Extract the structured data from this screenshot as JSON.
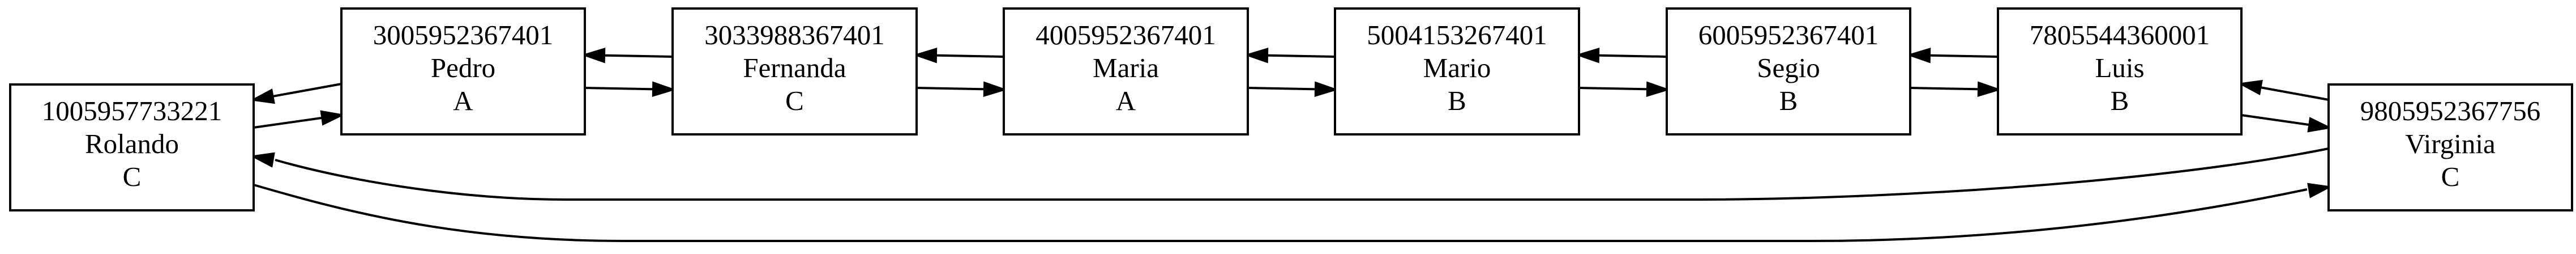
{
  "diagram": {
    "nodes": [
      {
        "id": "1005957733221",
        "name": "Rolando",
        "group": "C"
      },
      {
        "id": "3005952367401",
        "name": "Pedro",
        "group": "A"
      },
      {
        "id": "3033988367401",
        "name": "Fernanda",
        "group": "C"
      },
      {
        "id": "4005952367401",
        "name": "Maria",
        "group": "A"
      },
      {
        "id": "5004153267401",
        "name": "Mario",
        "group": "B"
      },
      {
        "id": "6005952367401",
        "name": "Segio",
        "group": "B"
      },
      {
        "id": "7805544360001",
        "name": "Luis",
        "group": "B"
      },
      {
        "id": "9805952367756",
        "name": "Virginia",
        "group": "C"
      }
    ],
    "edges": [
      {
        "from": "1005957733221",
        "to": "3005952367401"
      },
      {
        "from": "3005952367401",
        "to": "1005957733221"
      },
      {
        "from": "3005952367401",
        "to": "3033988367401"
      },
      {
        "from": "3033988367401",
        "to": "3005952367401"
      },
      {
        "from": "3033988367401",
        "to": "4005952367401"
      },
      {
        "from": "4005952367401",
        "to": "3033988367401"
      },
      {
        "from": "4005952367401",
        "to": "5004153267401"
      },
      {
        "from": "5004153267401",
        "to": "4005952367401"
      },
      {
        "from": "5004153267401",
        "to": "6005952367401"
      },
      {
        "from": "6005952367401",
        "to": "5004153267401"
      },
      {
        "from": "6005952367401",
        "to": "7805544360001"
      },
      {
        "from": "7805544360001",
        "to": "6005952367401"
      },
      {
        "from": "7805544360001",
        "to": "9805952367756"
      },
      {
        "from": "9805952367756",
        "to": "7805544360001"
      },
      {
        "from": "9805952367756",
        "to": "1005957733221"
      },
      {
        "from": "1005957733221",
        "to": "9805952367756"
      }
    ]
  }
}
